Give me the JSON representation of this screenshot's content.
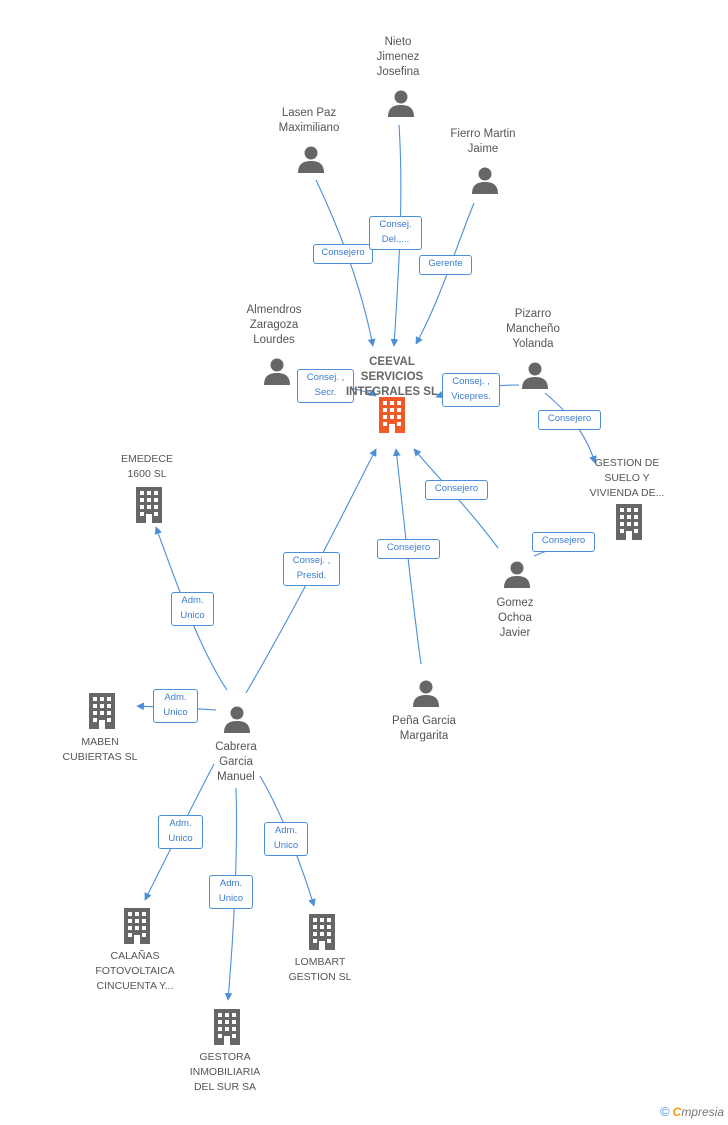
{
  "center": {
    "name": "CEEVAL\nSERVICIOS\nINTEGRALES SL",
    "icon": "building-icon",
    "color": "#f05a28"
  },
  "colors": {
    "edge": "#4a8fd8",
    "person": "#666666",
    "building": "#666666"
  },
  "nodes": [
    {
      "id": "nieto",
      "type": "person",
      "label": "Nieto\nJimenez\nJosefina"
    },
    {
      "id": "lasen",
      "type": "person",
      "label": "Lasen Paz\nMaximiliano"
    },
    {
      "id": "fierro",
      "type": "person",
      "label": "Fierro Martin\nJaime"
    },
    {
      "id": "almendros",
      "type": "person",
      "label": "Almendros\nZaragoza\nLourdes"
    },
    {
      "id": "pizarro",
      "type": "person",
      "label": "Pizarro\nMancheño\nYolanda"
    },
    {
      "id": "gestion_suelo",
      "type": "company",
      "label": "GESTION DE\nSUELO Y\nVIVIENDA DE..."
    },
    {
      "id": "emedece",
      "type": "company",
      "label": "EMEDECE\n1600 SL"
    },
    {
      "id": "gomez",
      "type": "person",
      "label": "Gomez\nOchoa\nJavier"
    },
    {
      "id": "pena",
      "type": "person",
      "label": "Peña Garcia\nMargarita"
    },
    {
      "id": "maben",
      "type": "company",
      "label": "MABEN\nCUBIERTAS SL"
    },
    {
      "id": "cabrera",
      "type": "person",
      "label": "Cabrera\nGarcia\nManuel"
    },
    {
      "id": "calanas",
      "type": "company",
      "label": "CALAÑAS\nFOTOVOLTAICA\nCINCUENTA Y..."
    },
    {
      "id": "lombart",
      "type": "company",
      "label": "LOMBART\nGESTION SL"
    },
    {
      "id": "gestora",
      "type": "company",
      "label": "GESTORA\nINMOBILIARIA\nDEL SUR SA"
    }
  ],
  "edges": [
    {
      "from": "lasen",
      "to": "center",
      "label": "Consejero"
    },
    {
      "from": "nieto",
      "to": "center",
      "label": "Consej.\nDel.,..."
    },
    {
      "from": "fierro",
      "to": "center",
      "label": "Gerente"
    },
    {
      "from": "almendros",
      "to": "center",
      "label": "Consej. ,\nSecr."
    },
    {
      "from": "pizarro",
      "to": "center",
      "label": "Consej. ,\nVicepres."
    },
    {
      "from": "pizarro",
      "to": "gestion_suelo",
      "label": "Consejero"
    },
    {
      "from": "gomez",
      "to": "center",
      "label": "Consejero"
    },
    {
      "from": "gomez",
      "to": "gestion_suelo",
      "label": "Consejero"
    },
    {
      "from": "pena",
      "to": "center",
      "label": "Consejero"
    },
    {
      "from": "cabrera",
      "to": "center",
      "label": "Consej. ,\nPresid."
    },
    {
      "from": "cabrera",
      "to": "emedece",
      "label": "Adm.\nUnico"
    },
    {
      "from": "cabrera",
      "to": "maben",
      "label": "Adm.\nUnico"
    },
    {
      "from": "cabrera",
      "to": "calanas",
      "label": "Adm.\nUnico"
    },
    {
      "from": "cabrera",
      "to": "gestora",
      "label": "Adm.\nUnico"
    },
    {
      "from": "cabrera",
      "to": "lombart",
      "label": "Adm.\nUnico"
    }
  ],
  "brand": {
    "copyright": "©",
    "initial": "C",
    "rest": "mpresia"
  }
}
